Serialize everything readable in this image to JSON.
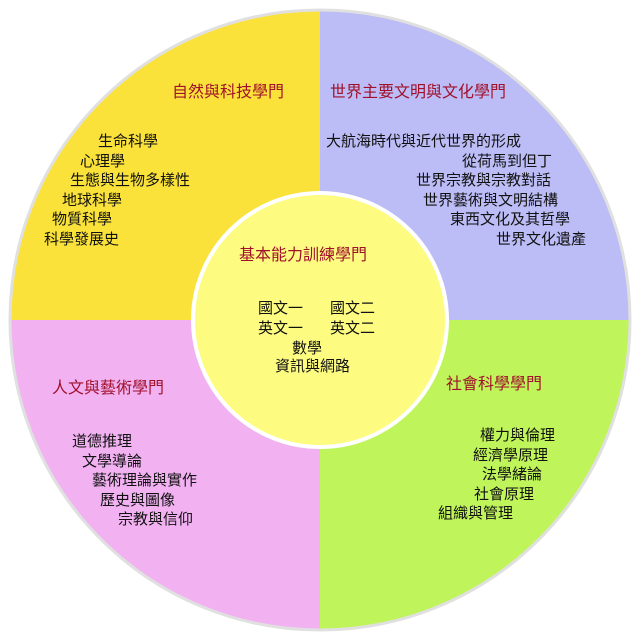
{
  "colors": {
    "natural": "#fae23a",
    "world": "#bcbcf6",
    "humanities": "#f2b2f2",
    "social": "#bff55a",
    "center": "#fdfc80",
    "title": "#a0102a"
  },
  "center": {
    "title": "基本能力訓練學門",
    "row1_a": "國文一",
    "row1_b": "國文二",
    "row2_a": "英文一",
    "row2_b": "英文二",
    "row3": "數學",
    "row4": "資訊與網路"
  },
  "natural": {
    "title": "自然與科技學門",
    "items": [
      "生命科學",
      "心理學",
      "生態與生物多樣性",
      "地球科學",
      "物質科學",
      "科學發展史"
    ]
  },
  "world": {
    "title": "世界主要文明與文化學門",
    "items": [
      "大航海時代與近代世界的形成",
      "從荷馬到但丁",
      "世界宗教與宗教對話",
      "世界藝術與文明結構",
      "東西文化及其哲學",
      "世界文化遺產"
    ]
  },
  "humanities": {
    "title": "人文與藝術學門",
    "items": [
      "道德推理",
      "文學導論",
      "藝術理論與實作",
      "歷史與圖像",
      "宗教與信仰"
    ]
  },
  "social": {
    "title": "社會科學學門",
    "items": [
      "權力與倫理",
      "經濟學原理",
      "法學緒論",
      "社會原理",
      "組織與管理"
    ]
  }
}
